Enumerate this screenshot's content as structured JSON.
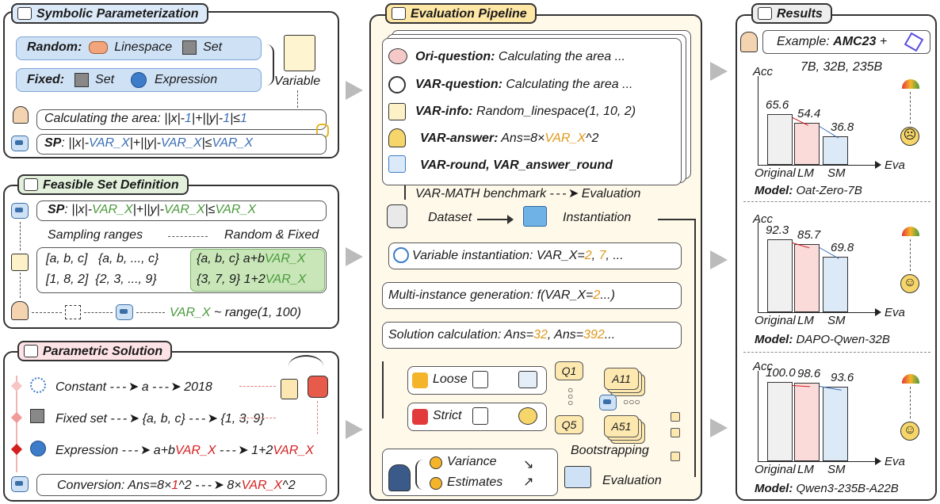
{
  "sections": {
    "symbolic": "Symbolic Parameterization",
    "feasible": "Feasible Set Definition",
    "parametric": "Parametric Solution",
    "pipeline": "Evaluation Pipeline",
    "results": "Results"
  },
  "symbolic": {
    "random_label": "Random:",
    "linespace": "Linespace",
    "set": "Set",
    "fixed_label": "Fixed:",
    "fixed_set": "Set",
    "expression": "Expression",
    "variable": "Variable",
    "question": "Calculating the area: ||x|-1|+||y|-1|≤1",
    "q_prefix": "Calculating the area: ||x|-",
    "q_one_a": "1",
    "q_mid": "|+||y|-",
    "q_one_b": "1",
    "q_le": "|≤",
    "q_one_c": "1",
    "sp_label": "SP",
    "sp_a": ": ||x|-",
    "sp_var1": "VAR_X",
    "sp_b": "|+||y|-",
    "sp_var2": "VAR_X",
    "sp_c": "|≤",
    "sp_var3": "VAR_X"
  },
  "feasible": {
    "sp_label": "SP",
    "sp_a": ": ||x|-",
    "sp_var1": "VAR_X",
    "sp_b": "|+||y|-",
    "sp_var2": "VAR_X",
    "sp_c": "|≤",
    "sp_var3": "VAR_X",
    "sampling": "Sampling ranges",
    "random_fixed": "Random & Fixed",
    "row1_a": "[a, b, c]",
    "row1_b": "{a, b, ..., c}",
    "row1_c": "{a, b, c}",
    "row1_d": "a+b",
    "row1_var": "VAR_X",
    "row2_a": "[1, 8, 2]",
    "row2_b": "{2, 3, ..., 9}",
    "row2_c": "{3, 7, 9}",
    "row2_d": "1+2",
    "row2_var": "VAR_X",
    "range_var": "VAR_X",
    "range_text": " ~ range(1, 100)"
  },
  "parametric": {
    "constant": "Constant",
    "constant_a": "a",
    "constant_v": "2018",
    "fixed_set": "Fixed set",
    "fixed_a": "{a, b, c}",
    "fixed_v": "{1, 3, 9}",
    "expression": "Expression",
    "expr_a": "a+b",
    "expr_var": "VAR_X",
    "expr_b": "1+2",
    "expr_var2": "VAR_X",
    "conversion": "Conversion: Ans=8×",
    "conv_one": "1",
    "conv_pow": "^2",
    "conv_b": "8×",
    "conv_var": "VAR_X",
    "conv_pow2": "^2"
  },
  "pipeline": {
    "ori_label": "Ori-question:",
    "ori_text": " Calculating the area ...",
    "var_label": "VAR-question:",
    "var_text": " Calculating the area ...",
    "info_label": "VAR-info:",
    "info_text": " Random_linespace(1, 10, 2)",
    "ans_label": "VAR-answer:",
    "ans_text": " Ans=8×",
    "ans_var": "VAR_X",
    "ans_pow": "^2",
    "round_label": "VAR-round, VAR_answer_round",
    "benchmark": "VAR-MATH benchmark",
    "evaluation": "Evaluation",
    "dataset": "Dataset",
    "instantiation": "Instantiation",
    "var_inst": "Variable instantiation: VAR_X=",
    "var_inst_2": "2",
    "var_inst_7": "7",
    "var_inst_end": ", ...",
    "multi": "Multi-instance generation: f(VAR_X=",
    "multi_2": "2",
    "multi_end": "...)",
    "solution": "Solution calculation:  Ans=",
    "sol_32": "32",
    "sol_mid": ", Ans=",
    "sol_392": "392",
    "sol_end": "...",
    "loose": "Loose",
    "strict": "Strict",
    "q1": "Q1",
    "q5": "Q5",
    "a11": "A11",
    "a51": "A51",
    "dots": "○○○",
    "bootstrapping": "Bootstrapping",
    "variance": "Variance",
    "estimates": "Estimates",
    "eval2": "Evaluation"
  },
  "results": {
    "example_prefix": "Example: ",
    "example_bold": "AMC23",
    "example_suffix": " +",
    "models_list": "7B, 32B, 235B",
    "acc": "Acc",
    "eva": "Eva",
    "xlabels": [
      "Original",
      "LM",
      "SM"
    ],
    "model_label": "Model:"
  },
  "chart_data": [
    {
      "type": "bar",
      "categories": [
        "Original",
        "LM",
        "SM"
      ],
      "values": [
        65.6,
        54.4,
        36.8
      ],
      "ylabel": "Acc",
      "xlabel": "Eva",
      "model": "Oat-Zero-7B",
      "colors": [
        "#f0f0f0",
        "#fbdada",
        "#dce9f6"
      ]
    },
    {
      "type": "bar",
      "categories": [
        "Original",
        "LM",
        "SM"
      ],
      "values": [
        92.3,
        85.7,
        69.8
      ],
      "ylabel": "Acc",
      "xlabel": "Eva",
      "model": "DAPO-Qwen-32B",
      "colors": [
        "#f0f0f0",
        "#fbdada",
        "#dce9f6"
      ]
    },
    {
      "type": "bar",
      "categories": [
        "Original",
        "LM",
        "SM"
      ],
      "values": [
        100.0,
        98.6,
        93.6
      ],
      "ylabel": "Acc",
      "xlabel": "Eva",
      "model": "Qwen3-235B-A22B",
      "colors": [
        "#f0f0f0",
        "#fbdada",
        "#dce9f6"
      ]
    }
  ],
  "colors": {
    "symbolic_bg": "#dbe9f8",
    "feasible_bg": "#e3f1dc",
    "parametric_bg": "#fde2e6",
    "pipeline_bg": "#fff3d6",
    "results_bg": "#eeeeee",
    "var_blue": "#3b6fb6",
    "var_green": "#4a9a3c",
    "var_red": "#d41f1f",
    "var_orange": "#e0981a"
  }
}
